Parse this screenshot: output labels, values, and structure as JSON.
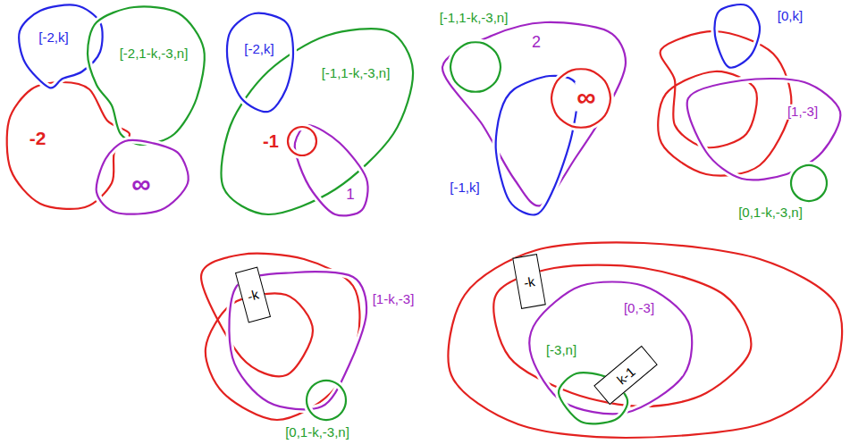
{
  "diagram": {
    "nodes": [
      {
        "text": [
          "-k"
        ]
      },
      {
        "text": [
          "-k"
        ]
      },
      {
        "text": [
          "k-1"
        ]
      }
    ],
    "labels": [
      "[-2,k]",
      "[-2,1-k,-3,n]",
      "-2",
      "∞",
      "[-2,k]",
      "[-1,1-k,-3,n]",
      "-1",
      "1",
      "[-1,1-k,-3,n]",
      "2",
      "∞",
      "[-1,k]",
      "[0,k]",
      "[1,-3]",
      "[0,1-k,-3,n]",
      "[1-k,-3]",
      "[0,1-k,-3,n]",
      "[0,-3]",
      "[-3,n]"
    ]
  }
}
